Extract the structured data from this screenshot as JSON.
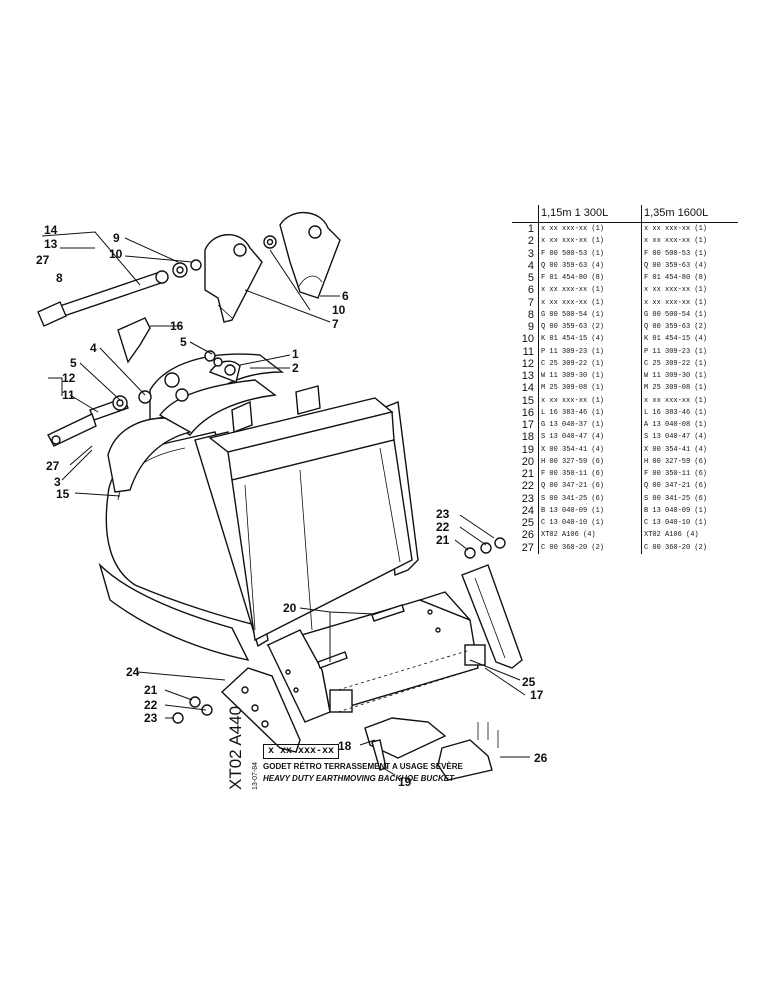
{
  "callouts": {
    "c1": "1",
    "c2": "2",
    "c3": "3",
    "c4": "4",
    "c5a": "5",
    "c5b": "5",
    "c6": "6",
    "c7": "7",
    "c8": "8",
    "c9": "9",
    "c10a": "10",
    "c10b": "10",
    "c11": "11",
    "c12": "12",
    "c13": "13",
    "c14": "14",
    "c15": "15",
    "c16": "16",
    "c17": "17",
    "c18": "18",
    "c19": "19",
    "c20": "20",
    "c21a": "21",
    "c21b": "21",
    "c22a": "22",
    "c22b": "22",
    "c23a": "23",
    "c23b": "23",
    "c24": "24",
    "c25": "25",
    "c26": "26",
    "c27a": "27",
    "c27b": "27"
  },
  "table": {
    "header_col1": "1,15m      1 300L",
    "header_col2": "1,35m      1600L",
    "rows": [
      {
        "n": "1",
        "a": "x xx xxx-xx (1)",
        "b": "x xx xxx-xx (1)"
      },
      {
        "n": "2",
        "a": "x xx xxx-xx (1)",
        "b": "x xx xxx-xx (1)"
      },
      {
        "n": "3",
        "a": "F 00 500-53 (1)",
        "b": "F 00 500-53 (1)"
      },
      {
        "n": "4",
        "a": "Q 00 359-63 (4)",
        "b": "Q 00 359-63 (4)"
      },
      {
        "n": "5",
        "a": "F 01 454-80 (8)",
        "b": "F 01 454-80 (8)"
      },
      {
        "n": "6",
        "a": "x xx xxx-xx (1)",
        "b": "x xx xxx-xx (1)"
      },
      {
        "n": "7",
        "a": "x xx xxx-xx (1)",
        "b": "x xx xxx-xx (1)"
      },
      {
        "n": "8",
        "a": "G 00 500-54 (1)",
        "b": "G 00 500-54 (1)"
      },
      {
        "n": "9",
        "a": "Q 00 359-63 (2)",
        "b": "Q 00 359-63 (2)"
      },
      {
        "n": "10",
        "a": "K 01 454-15 (4)",
        "b": "K 01 454-15 (4)"
      },
      {
        "n": "11",
        "a": "P 11 309-23 (1)",
        "b": "P 11 309-23 (1)"
      },
      {
        "n": "12",
        "a": "C 25 309-22 (1)",
        "b": "C 25 309-22 (1)"
      },
      {
        "n": "13",
        "a": "W 11 309-30 (1)",
        "b": "W 11 309-30 (1)"
      },
      {
        "n": "14",
        "a": "M 25 309-08 (1)",
        "b": "M 25 309-08 (1)"
      },
      {
        "n": "15",
        "a": "x xx xxx-xx (1)",
        "b": "x xx xxx-xx (1)"
      },
      {
        "n": "16",
        "a": "L 16 383-46 (1)",
        "b": "L 16 383-46 (1)"
      },
      {
        "n": "17",
        "a": "G 13 040-37 (1)",
        "b": "A 13 040-08 (1)"
      },
      {
        "n": "18",
        "a": "S 13 040-47 (4)",
        "b": "S 13 040-47 (4)"
      },
      {
        "n": "19",
        "a": "X 00 354-41 (4)",
        "b": "X 00 354-41 (4)"
      },
      {
        "n": "20",
        "a": "H 00 327-59 (6)",
        "b": "H 00 327-59 (6)"
      },
      {
        "n": "21",
        "a": "F 00 350-11 (6)",
        "b": "F 00 350-11 (6)"
      },
      {
        "n": "22",
        "a": "Q 00 347-21 (6)",
        "b": "Q 00 347-21 (6)"
      },
      {
        "n": "23",
        "a": "S 00 341-25 (6)",
        "b": "S 00 341-25 (6)"
      },
      {
        "n": "24",
        "a": "B 13 040-09 (1)",
        "b": "B 13 040-09 (1)"
      },
      {
        "n": "25",
        "a": "C 13 040-10 (1)",
        "b": "C 13 040-10 (1)"
      },
      {
        "n": "26",
        "a": "XT02 A106 (4)",
        "b": "XT02 A106 (4)"
      },
      {
        "n": "27",
        "a": "C 00 360-20 (2)",
        "b": "C 00 360-20 (2)"
      }
    ]
  },
  "title_block": {
    "doc_code": "XT02 A440",
    "date": "13-07-84",
    "part_number": "x xx xxx-xx",
    "title_fr": "GODET RÉTRO TERRASSEMENT A USAGE SÉVÈRE",
    "title_en": "HEAVY DUTY EARTHMOVING BACKHOE BUCKET"
  }
}
